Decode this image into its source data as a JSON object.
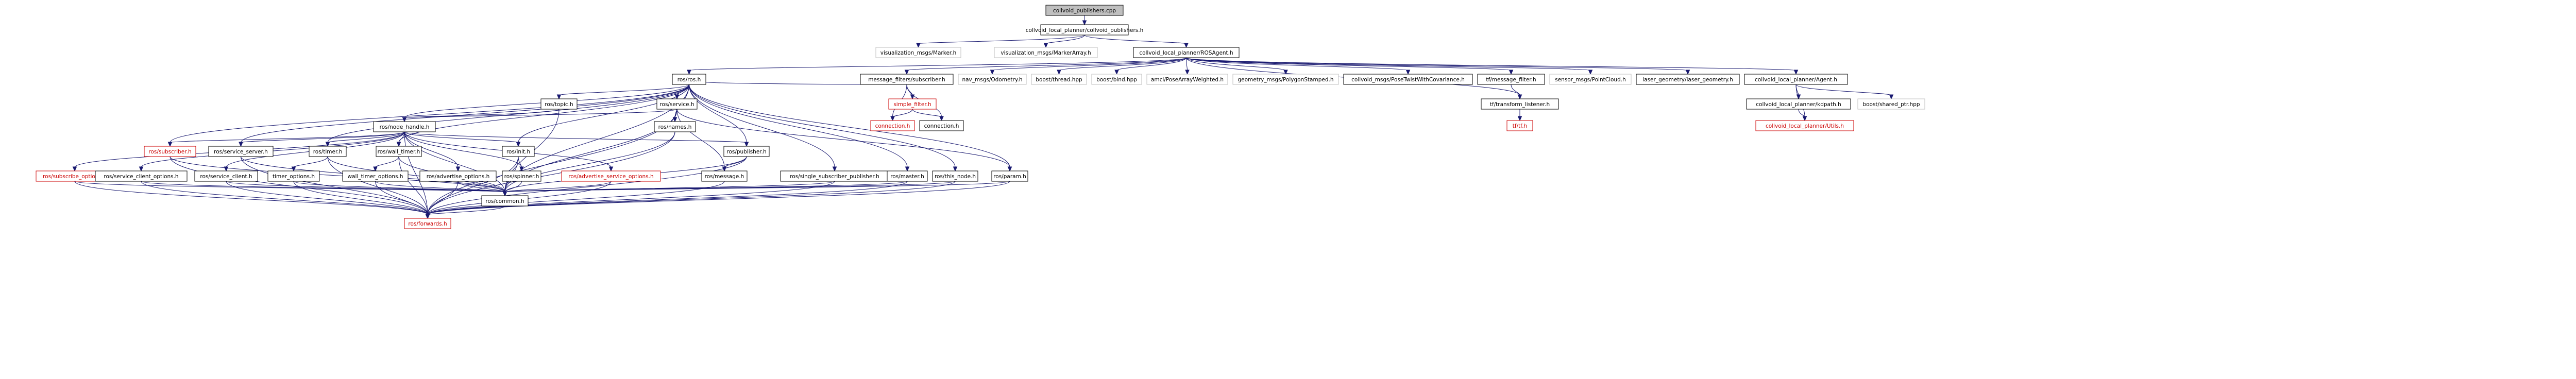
{
  "colors": {
    "root_fill": "#bfbfbf",
    "node_border": "#000000",
    "missing_border": "#cc0000",
    "missing_text": "#cc0000",
    "external_border": "#bfbfbf",
    "edge": "#191970"
  },
  "nodes": [
    {
      "id": "root",
      "label": "collvoid_publishers.cpp",
      "style": "root"
    },
    {
      "id": "cp_h",
      "label": "collvoid_local_planner/collvoid_publishers.h",
      "style": "normal"
    },
    {
      "id": "viz_marker",
      "label": "visualization_msgs/Marker.h",
      "style": "external"
    },
    {
      "id": "viz_marker_array",
      "label": "visualization_msgs/MarkerArray.h",
      "style": "external"
    },
    {
      "id": "rosagent_h",
      "label": "collvoid_local_planner/ROSAgent.h",
      "style": "normal"
    },
    {
      "id": "ros_ros",
      "label": "ros/ros.h",
      "style": "normal"
    },
    {
      "id": "mf_sub",
      "label": "message_filters/subscriber.h",
      "style": "normal"
    },
    {
      "id": "nav_odom",
      "label": "nav_msgs/Odometry.h",
      "style": "external"
    },
    {
      "id": "boost_thread",
      "label": "boost/thread.hpp",
      "style": "external"
    },
    {
      "id": "boost_bind",
      "label": "boost/bind.hpp",
      "style": "external"
    },
    {
      "id": "amcl",
      "label": "amcl/PoseArrayWeighted.h",
      "style": "external"
    },
    {
      "id": "geo_poly",
      "label": "geometry_msgs/PolygonStamped.h",
      "style": "external"
    },
    {
      "id": "pose_cov",
      "label": "collvoid_msgs/PoseTwistWithCovariance.h",
      "style": "normal"
    },
    {
      "id": "tf_mf",
      "label": "tf/message_filter.h",
      "style": "normal"
    },
    {
      "id": "pcl",
      "label": "sensor_msgs/PointCloud.h",
      "style": "external"
    },
    {
      "id": "laser_geo",
      "label": "laser_geometry/laser_geometry.h",
      "style": "normal"
    },
    {
      "id": "agent_h",
      "label": "collvoid_local_planner/Agent.h",
      "style": "normal"
    },
    {
      "id": "simple_filter",
      "label": "simple_filter.h",
      "style": "missing"
    },
    {
      "id": "tf_listener",
      "label": "tf/transform_listener.h",
      "style": "normal"
    },
    {
      "id": "kdpath",
      "label": "collvoid_local_planner/kdpath.h",
      "style": "normal"
    },
    {
      "id": "boost_shared",
      "label": "boost/shared_ptr.hpp",
      "style": "external"
    },
    {
      "id": "conn_red",
      "label": "connection.h",
      "style": "missing"
    },
    {
      "id": "conn_black",
      "label": "connection.h",
      "style": "normal"
    },
    {
      "id": "tf_tf",
      "label": "tf/tf.h",
      "style": "missing"
    },
    {
      "id": "utils",
      "label": "collvoid_local_planner/Utils.h",
      "style": "missing"
    },
    {
      "id": "ros_topic",
      "label": "ros/topic.h",
      "style": "normal"
    },
    {
      "id": "ros_service",
      "label": "ros/service.h",
      "style": "normal"
    },
    {
      "id": "ros_nh",
      "label": "ros/node_handle.h",
      "style": "normal"
    },
    {
      "id": "ros_names",
      "label": "ros/names.h",
      "style": "normal"
    },
    {
      "id": "ros_subscriber",
      "label": "ros/subscriber.h",
      "style": "missing"
    },
    {
      "id": "ros_service_server",
      "label": "ros/service_server.h",
      "style": "normal"
    },
    {
      "id": "ros_timer",
      "label": "ros/timer.h",
      "style": "normal"
    },
    {
      "id": "ros_wall_timer",
      "label": "ros/wall_timer.h",
      "style": "normal"
    },
    {
      "id": "ros_init",
      "label": "ros/init.h",
      "style": "normal"
    },
    {
      "id": "ros_publisher",
      "label": "ros/publisher.h",
      "style": "normal"
    },
    {
      "id": "ros_sub_opts",
      "label": "ros/subscribe_options.h",
      "style": "missing"
    },
    {
      "id": "ros_sc_opts",
      "label": "ros/service_client_options.h",
      "style": "normal"
    },
    {
      "id": "ros_sc",
      "label": "ros/service_client.h",
      "style": "normal"
    },
    {
      "id": "timer_opts",
      "label": "timer_options.h",
      "style": "normal"
    },
    {
      "id": "wall_timer_opts",
      "label": "wall_timer_options.h",
      "style": "normal"
    },
    {
      "id": "ros_adv_opts",
      "label": "ros/advertise_options.h",
      "style": "normal"
    },
    {
      "id": "ros_spinner",
      "label": "ros/spinner.h",
      "style": "normal"
    },
    {
      "id": "ros_adv_srv_opts",
      "label": "ros/advertise_service_options.h",
      "style": "missing"
    },
    {
      "id": "ros_message",
      "label": "ros/message.h",
      "style": "normal"
    },
    {
      "id": "ros_single_pub",
      "label": "ros/single_subscriber_publisher.h",
      "style": "normal"
    },
    {
      "id": "ros_master",
      "label": "ros/master.h",
      "style": "normal"
    },
    {
      "id": "ros_this_node",
      "label": "ros/this_node.h",
      "style": "normal"
    },
    {
      "id": "ros_param",
      "label": "ros/param.h",
      "style": "normal"
    },
    {
      "id": "ros_common",
      "label": "ros/common.h",
      "style": "normal"
    },
    {
      "id": "ros_forwards",
      "label": "ros/forwards.h",
      "style": "missing"
    }
  ],
  "edges": [
    [
      "root",
      "cp_h"
    ],
    [
      "cp_h",
      "viz_marker"
    ],
    [
      "cp_h",
      "viz_marker_array"
    ],
    [
      "cp_h",
      "rosagent_h"
    ],
    [
      "rosagent_h",
      "ros_ros"
    ],
    [
      "rosagent_h",
      "mf_sub"
    ],
    [
      "rosagent_h",
      "nav_odom"
    ],
    [
      "rosagent_h",
      "boost_thread"
    ],
    [
      "rosagent_h",
      "boost_bind"
    ],
    [
      "rosagent_h",
      "amcl"
    ],
    [
      "rosagent_h",
      "geo_poly"
    ],
    [
      "rosagent_h",
      "pose_cov"
    ],
    [
      "rosagent_h",
      "tf_mf"
    ],
    [
      "rosagent_h",
      "pcl"
    ],
    [
      "rosagent_h",
      "laser_geo"
    ],
    [
      "rosagent_h",
      "agent_h"
    ],
    [
      "rosagent_h",
      "tf_listener"
    ],
    [
      "mf_sub",
      "ros_ros"
    ],
    [
      "mf_sub",
      "simple_filter"
    ],
    [
      "mf_sub",
      "conn_red"
    ],
    [
      "mf_sub",
      "conn_black"
    ],
    [
      "simple_filter",
      "conn_red"
    ],
    [
      "simple_filter",
      "conn_black"
    ],
    [
      "tf_mf",
      "tf_listener"
    ],
    [
      "tf_listener",
      "tf_tf"
    ],
    [
      "agent_h",
      "kdpath"
    ],
    [
      "agent_h",
      "boost_shared"
    ],
    [
      "agent_h",
      "utils"
    ],
    [
      "kdpath",
      "utils"
    ],
    [
      "ros_ros",
      "ros_topic"
    ],
    [
      "ros_ros",
      "ros_service"
    ],
    [
      "ros_ros",
      "ros_nh"
    ],
    [
      "ros_ros",
      "ros_names"
    ],
    [
      "ros_ros",
      "ros_init"
    ],
    [
      "ros_ros",
      "ros_publisher"
    ],
    [
      "ros_ros",
      "ros_subscriber"
    ],
    [
      "ros_ros",
      "ros_service_server"
    ],
    [
      "ros_ros",
      "ros_single_pub"
    ],
    [
      "ros_ros",
      "ros_master"
    ],
    [
      "ros_ros",
      "ros_this_node"
    ],
    [
      "ros_ros",
      "ros_param"
    ],
    [
      "ros_ros",
      "ros_common"
    ],
    [
      "ros_ros",
      "ros_timer"
    ],
    [
      "ros_ros",
      "ros_wall_timer"
    ],
    [
      "ros_topic",
      "ros_common"
    ],
    [
      "ros_topic",
      "ros_nh"
    ],
    [
      "ros_service",
      "ros_common"
    ],
    [
      "ros_service",
      "ros_message"
    ],
    [
      "ros_service",
      "ros_forwards"
    ],
    [
      "ros_service",
      "ros_names"
    ],
    [
      "ros_service",
      "ros_nh"
    ],
    [
      "ros_service",
      "ros_param"
    ],
    [
      "ros_nh",
      "ros_forwards"
    ],
    [
      "ros_nh",
      "ros_publisher"
    ],
    [
      "ros_nh",
      "ros_subscriber"
    ],
    [
      "ros_nh",
      "ros_service_server"
    ],
    [
      "ros_nh",
      "ros_sc"
    ],
    [
      "ros_nh",
      "ros_timer"
    ],
    [
      "ros_nh",
      "ros_wall_timer"
    ],
    [
      "ros_nh",
      "ros_adv_opts"
    ],
    [
      "ros_nh",
      "ros_adv_srv_opts"
    ],
    [
      "ros_nh",
      "ros_sub_opts"
    ],
    [
      "ros_nh",
      "ros_sc_opts"
    ],
    [
      "ros_nh",
      "ros_spinner"
    ],
    [
      "ros_nh",
      "ros_init"
    ],
    [
      "ros_nh",
      "ros_common"
    ],
    [
      "ros_names",
      "ros_forwards"
    ],
    [
      "ros_names",
      "ros_common"
    ],
    [
      "ros_subscriber",
      "ros_common"
    ],
    [
      "ros_subscriber",
      "ros_forwards"
    ],
    [
      "ros_service_server",
      "ros_common"
    ],
    [
      "ros_service_server",
      "ros_forwards"
    ],
    [
      "ros_timer",
      "ros_common"
    ],
    [
      "ros_timer",
      "ros_forwards"
    ],
    [
      "ros_timer",
      "timer_opts"
    ],
    [
      "ros_wall_timer",
      "ros_common"
    ],
    [
      "ros_wall_timer",
      "ros_forwards"
    ],
    [
      "ros_wall_timer",
      "wall_timer_opts"
    ],
    [
      "ros_init",
      "ros_forwards"
    ],
    [
      "ros_init",
      "ros_spinner"
    ],
    [
      "ros_init",
      "ros_common"
    ],
    [
      "ros_publisher",
      "ros_forwards"
    ],
    [
      "ros_publisher",
      "ros_common"
    ],
    [
      "ros_publisher",
      "ros_message"
    ],
    [
      "ros_sub_opts",
      "ros_forwards"
    ],
    [
      "ros_sub_opts",
      "ros_common"
    ],
    [
      "ros_sc_opts",
      "ros_forwards"
    ],
    [
      "ros_sc_opts",
      "ros_common"
    ],
    [
      "ros_sc",
      "ros_forwards"
    ],
    [
      "ros_sc",
      "ros_common"
    ],
    [
      "timer_opts",
      "ros_forwards"
    ],
    [
      "timer_opts",
      "ros_common"
    ],
    [
      "wall_timer_opts",
      "ros_forwards"
    ],
    [
      "wall_timer_opts",
      "ros_common"
    ],
    [
      "ros_adv_opts",
      "ros_forwards"
    ],
    [
      "ros_adv_opts",
      "ros_common"
    ],
    [
      "ros_spinner",
      "ros_common"
    ],
    [
      "ros_adv_srv_opts",
      "ros_forwards"
    ],
    [
      "ros_adv_srv_opts",
      "ros_common"
    ],
    [
      "ros_message",
      "ros_forwards"
    ],
    [
      "ros_single_pub",
      "ros_forwards"
    ],
    [
      "ros_single_pub",
      "ros_common"
    ],
    [
      "ros_master",
      "ros_forwards"
    ],
    [
      "ros_master",
      "ros_common"
    ],
    [
      "ros_this_node",
      "ros_forwards"
    ],
    [
      "ros_this_node",
      "ros_common"
    ],
    [
      "ros_param",
      "ros_forwards"
    ],
    [
      "ros_param",
      "ros_common"
    ],
    [
      "ros_common",
      "ros_forwards"
    ]
  ]
}
